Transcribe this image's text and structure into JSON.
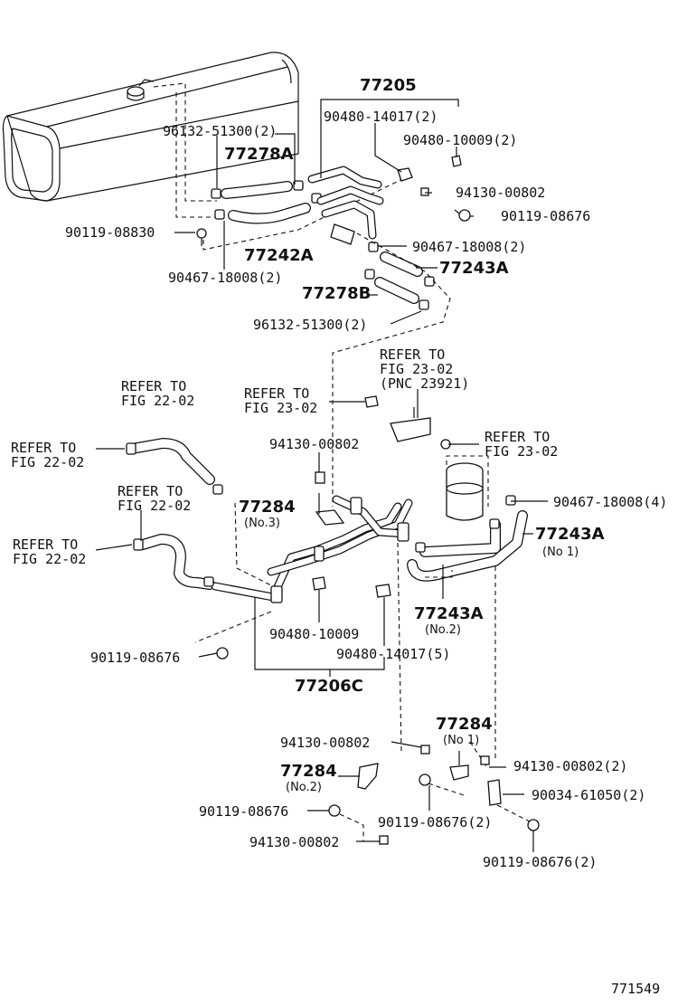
{
  "labels": {
    "assy_77205": "77205",
    "p_90480_14017_2": "90480-14017(2)",
    "p_90480_10009_2": "90480-10009(2)",
    "p_96132_51300_2_top": "96132-51300(2)",
    "p_77278A": "77278A",
    "p_94130_00802_top": "94130-00802",
    "p_90119_08676_top": "90119-08676",
    "p_90119_08830": "90119-08830",
    "p_77242A": "77242A",
    "p_90467_18008_2_a": "90467-18008(2)",
    "p_90467_18008_2_b": "90467-18008(2)",
    "p_77243A_top": "77243A",
    "p_77278B": "77278B",
    "p_96132_51300_2_mid": "96132-51300(2)",
    "refer_23_02_pnc_l1": "REFER TO",
    "refer_23_02_pnc_l2": "FIG 23-02",
    "refer_23_02_pnc_l3": "(PNC 23921)",
    "refer_22_02_a_l1": "REFER TO",
    "refer_22_02_a_l2": "FIG 22-02",
    "refer_23_02_b_l1": "REFER TO",
    "refer_23_02_b_l2": "FIG 23-02",
    "refer_22_02_b_l1": "REFER TO",
    "refer_22_02_b_l2": "FIG 22-02",
    "p_94130_00802_mid": "94130-00802",
    "refer_23_02_c_l1": "REFER TO",
    "refer_23_02_c_l2": "FIG 23-02",
    "p_77284_no3": "77284",
    "p_77284_no3_sub": "(No.3)",
    "p_90467_18008_4": "90467-18008(4)",
    "refer_22_02_c_l1": "REFER TO",
    "refer_22_02_c_l2": "FIG 22-02",
    "p_77243A_no1": "77243A",
    "p_77243A_no1_sub": "(No 1)",
    "refer_22_02_d_l1": "REFER TO",
    "refer_22_02_d_l2": "FIG 22-02",
    "p_77243A_no2": "77243A",
    "p_77243A_no2_sub": "(No.2)",
    "p_90480_10009": "90480-10009",
    "p_90119_08676_mid": "90119-08676",
    "p_90480_14017_5": "90480-14017(5)",
    "assy_77206C": "77206C",
    "p_77284_no1": "77284",
    "p_77284_no1_sub": "(No 1)",
    "p_94130_00802_low": "94130-00802",
    "p_94130_00802_2": "94130-00802(2)",
    "p_77284_no2": "77284",
    "p_77284_no2_sub": "(No.2)",
    "p_90034_61050_2": "90034-61050(2)",
    "p_90119_08676_low": "90119-08676",
    "p_90119_08676_2_a": "90119-08676(2)",
    "p_94130_00802_bottom": "94130-00802",
    "p_90119_08676_2_b": "90119-08676(2)",
    "figure_number": "771549"
  }
}
